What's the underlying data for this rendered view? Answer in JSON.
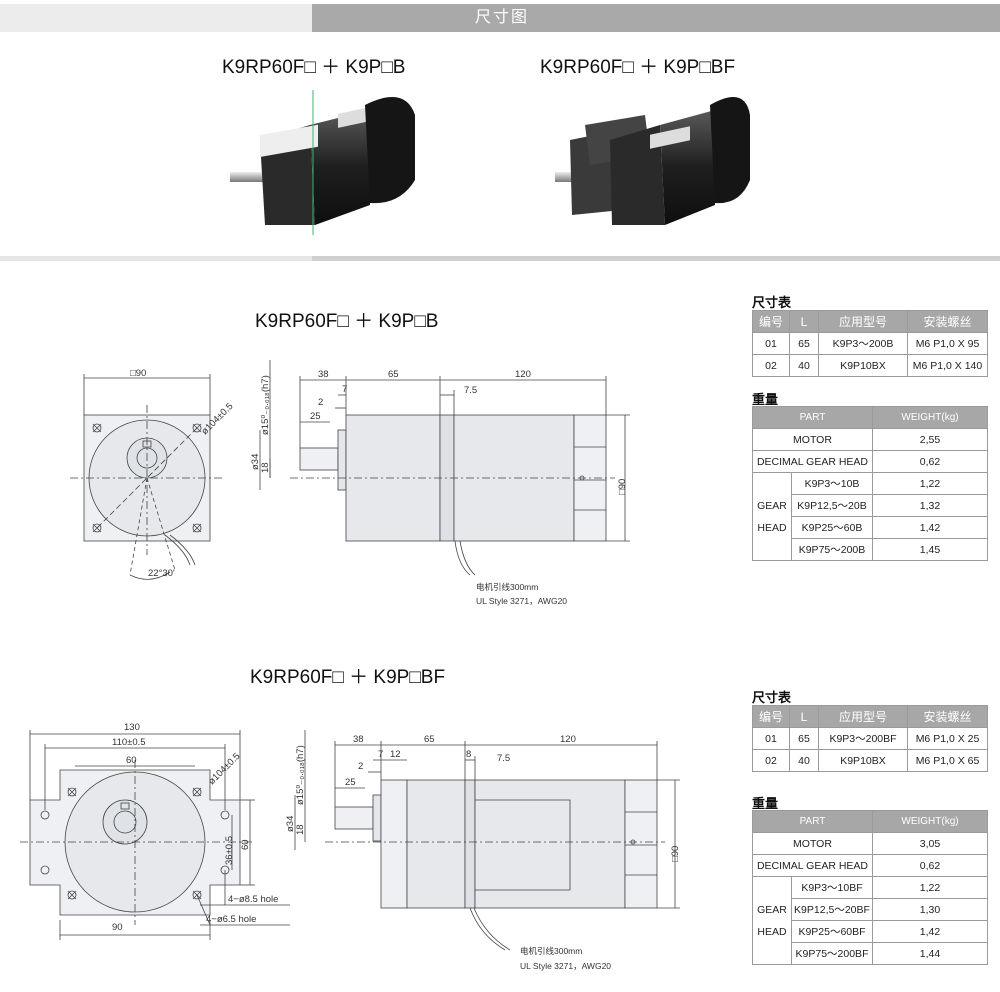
{
  "header": {
    "title": "尺寸图"
  },
  "products": [
    {
      "title": "K9RP60F□ ＋ K9P□B"
    },
    {
      "title": "K9RP60F□ ＋ K9P□BF"
    }
  ],
  "section1": {
    "title": "K9RP60F□ ＋ K9P□B",
    "dims": {
      "sq90_top": "□90",
      "dia104": "ø104±0.5",
      "shaft": "ø15⁰₋₀.₀₁₈(h7)",
      "d38": "38",
      "d7": "7",
      "d2": "2",
      "d25": "25",
      "d65": "65",
      "d75": "7.5",
      "d120": "120",
      "d34": "ø34",
      "d18": "18",
      "sq90_side": "□90",
      "angle": "22°30'",
      "wire1": "电机引线300mm",
      "wire2": "UL Style 3271，AWG20"
    },
    "size_table": {
      "caption": "尺寸表",
      "headers": [
        "编号",
        "L",
        "应用型号",
        "安装螺丝"
      ],
      "rows": [
        [
          "01",
          "65",
          "K9P3～200B",
          "M6 P1,0 X 95"
        ],
        [
          "02",
          "40",
          "K9P10BX",
          "M6 P1,0 X 140"
        ]
      ]
    },
    "weight_table": {
      "caption": "重量",
      "headers": [
        "PART",
        "WEIGHT(kg)"
      ],
      "motor": [
        "MOTOR",
        "2,55"
      ],
      "decimal": [
        "DECIMAL GEAR HEAD",
        "0,62"
      ],
      "gear_label": [
        "GEAR",
        "HEAD"
      ],
      "gear_rows": [
        [
          "K9P3～10B",
          "1,22"
        ],
        [
          "K9P12,5～20B",
          "1,32"
        ],
        [
          "K9P25～60B",
          "1,42"
        ],
        [
          "K9P75～200B",
          "1,45"
        ]
      ]
    }
  },
  "section2": {
    "title": "K9RP60F□ ＋ K9P□BF",
    "dims": {
      "d130": "130",
      "d110": "110±0.5",
      "d60": "60",
      "dia104": "ø104±0.5",
      "d36": "36±0.5",
      "d60v": "60",
      "hole85": "4−ø8.5 hole",
      "hole65": "4−ø6.5 hole",
      "d90": "90",
      "shaft": "ø15⁰₋₀.₀₁₈(h7)",
      "d38": "38",
      "d7": "7",
      "d12": "12",
      "d65": "65",
      "d8": "8",
      "d75": "7.5",
      "d120": "120",
      "d2": "2",
      "d25": "25",
      "d34": "ø34",
      "d18": "18",
      "sq90": "□90",
      "wire1": "电机引线300mm",
      "wire2": "UL Style 3271，AWG20"
    },
    "size_table": {
      "caption": "尺寸表",
      "headers": [
        "编号",
        "L",
        "应用型号",
        "安装螺丝"
      ],
      "rows": [
        [
          "01",
          "65",
          "K9P3～200BF",
          "M6 P1,0 X 25"
        ],
        [
          "02",
          "40",
          "K9P10BX",
          "M6 P1,0 X 65"
        ]
      ]
    },
    "weight_table": {
      "caption": "重量",
      "headers": [
        "PART",
        "WEIGHT(kg)"
      ],
      "motor": [
        "MOTOR",
        "3,05"
      ],
      "decimal": [
        "DECIMAL GEAR HEAD",
        "0,62"
      ],
      "gear_label": [
        "GEAR",
        "HEAD"
      ],
      "gear_rows": [
        [
          "K9P3～10BF",
          "1,22"
        ],
        [
          "K9P12,5～20BF",
          "1,30"
        ],
        [
          "K9P25～60BF",
          "1,42"
        ],
        [
          "K9P75～200BF",
          "1,44"
        ]
      ]
    }
  },
  "colors": {
    "header_dark": "#a9a9a9",
    "header_light": "#ececec",
    "table_head": "#a7a7a7"
  }
}
